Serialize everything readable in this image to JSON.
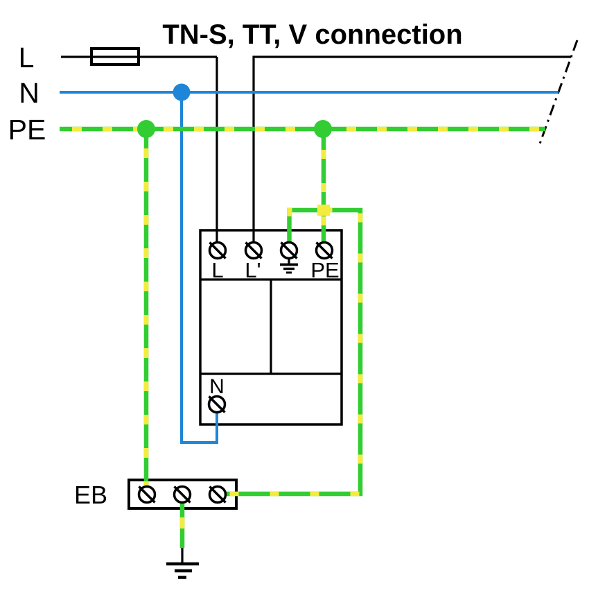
{
  "title": "TN-S, TT, V connection",
  "colors": {
    "wire_black": "#000000",
    "neutral_blue": "#1f86d7",
    "earth_green": "#32cd32",
    "earth_yellow": "#f3ec3f"
  },
  "bus": {
    "l_label": "L",
    "n_label": "N",
    "pe_label": "PE"
  },
  "device": {
    "terminal_l_label": "L",
    "terminal_l_prime_label": "L'",
    "terminal_pe_label": "PE",
    "terminal_n_label": "N"
  },
  "earth_bar": {
    "label": "EB"
  }
}
